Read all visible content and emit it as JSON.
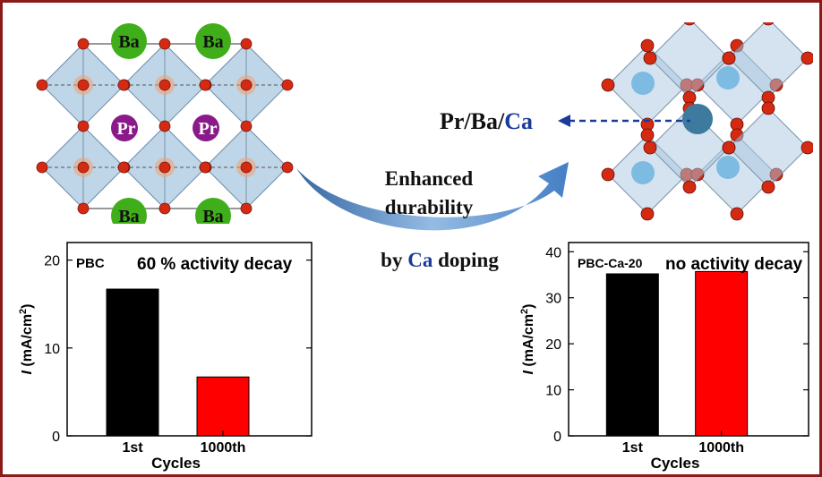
{
  "labels": {
    "ba": "Ba",
    "pr": "Pr",
    "composition": {
      "a": "Pr/Ba/",
      "b": "Ca"
    },
    "enhanced_line1": "Enhanced",
    "enhanced_line2": "durability",
    "doping": {
      "a": "by ",
      "b": "Ca",
      "c": " doping"
    }
  },
  "colors": {
    "frame": "#8b1a1a",
    "bar_1st": "#000000",
    "bar_1000th": "#ff0000",
    "octahedron": "#a9c7e0",
    "oxygen": "#d42a12",
    "barium": "#3fae1a",
    "praseodymium": "#8a1a8a",
    "a_site": "#4d9ccf",
    "arrow": "#3a78c2",
    "ca_text": "#1a3a9c"
  },
  "chart_data": [
    {
      "type": "bar",
      "series_label": "PBC",
      "annotation": "60 % activity decay",
      "categories": [
        "1st",
        "1000th"
      ],
      "values": [
        16.7,
        6.7
      ],
      "xlabel": "Cycles",
      "ylabel_italic": "I",
      "ylabel_rest": " (mA/cm",
      "ylabel_sup": "2",
      "ylabel_close": ")",
      "ylim": [
        0,
        22
      ],
      "yticks": [
        0,
        10,
        20
      ],
      "bar_colors": [
        "#000000",
        "#ff0000"
      ]
    },
    {
      "type": "bar",
      "series_label": "PBC-Ca-20",
      "annotation": "no activity decay",
      "categories": [
        "1st",
        "1000th"
      ],
      "values": [
        35.2,
        35.7
      ],
      "xlabel": "Cycles",
      "ylabel_italic": "I",
      "ylabel_rest": " (mA/cm",
      "ylabel_sup": "2",
      "ylabel_close": ")",
      "ylim": [
        0,
        42
      ],
      "yticks": [
        0,
        10,
        20,
        30,
        40
      ],
      "bar_colors": [
        "#000000",
        "#ff0000"
      ]
    }
  ]
}
